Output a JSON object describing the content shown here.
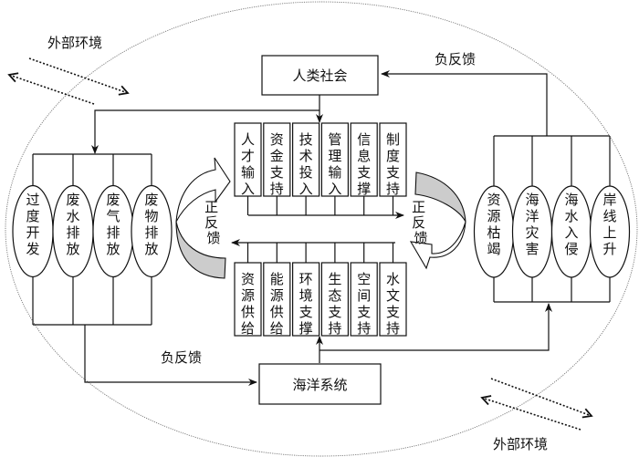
{
  "diagram": {
    "center_top": {
      "label": "人类社会"
    },
    "center_bottom": {
      "label": "海洋系统"
    },
    "human_inputs": [
      {
        "label": "人才输入"
      },
      {
        "label": "资金支持"
      },
      {
        "label": "技术投入"
      },
      {
        "label": "管理输入"
      },
      {
        "label": "信息支撑"
      },
      {
        "label": "制度支持"
      }
    ],
    "ocean_supports": [
      {
        "label": "资源供给"
      },
      {
        "label": "能源供给"
      },
      {
        "label": "环境支撑"
      },
      {
        "label": "生态支持"
      },
      {
        "label": "空间支持"
      },
      {
        "label": "水文支持"
      }
    ],
    "human_pressures": [
      {
        "label": "过度开发"
      },
      {
        "label": "废水排放"
      },
      {
        "label": "废气排放"
      },
      {
        "label": "废物排放"
      }
    ],
    "ocean_impacts": [
      {
        "label": "资源枯竭"
      },
      {
        "label": "海洋灾害"
      },
      {
        "label": "海水入侵"
      },
      {
        "label": "岸线上升"
      }
    ],
    "feedback": {
      "positive_left": "正反馈",
      "positive_right": "正反馈",
      "negative_top": "负反馈",
      "negative_bottom": "负反馈"
    },
    "external": {
      "top_left": "外部环境",
      "bottom_right": "外部环境"
    },
    "colors": {
      "stroke": "#111111",
      "arrow_fill_gray": "#cccccc",
      "outer_boundary": "#777777"
    }
  }
}
